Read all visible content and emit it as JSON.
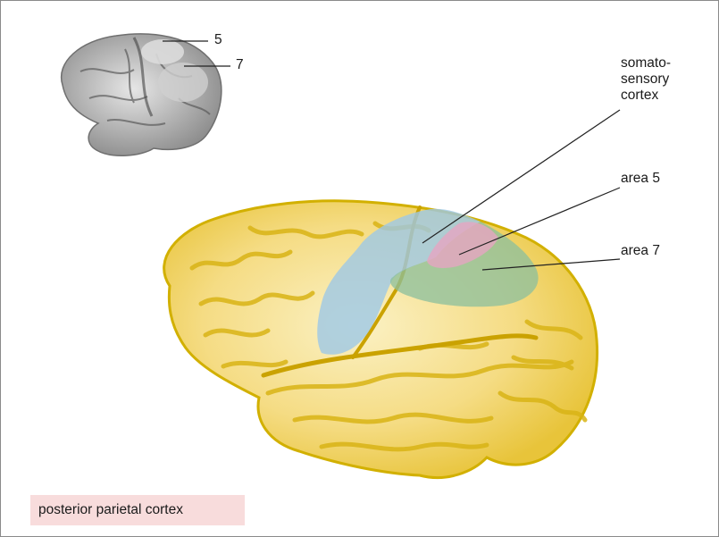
{
  "thumbnail": {
    "label_5": "5",
    "label_7": "7"
  },
  "labels": {
    "somatosensory": "somato-\nsensory\ncortex",
    "area5": "area 5",
    "area7": "area 7"
  },
  "caption": "posterior parietal cortex",
  "colors": {
    "brain_fill": "#f6e29a",
    "brain_outline": "#d6b400",
    "somatosensory_overlay": "#9ec8e6",
    "area5_overlay": "#e6a5c2",
    "area7_overlay": "#8bbf9e",
    "caption_bg": "#f8dcdc"
  }
}
